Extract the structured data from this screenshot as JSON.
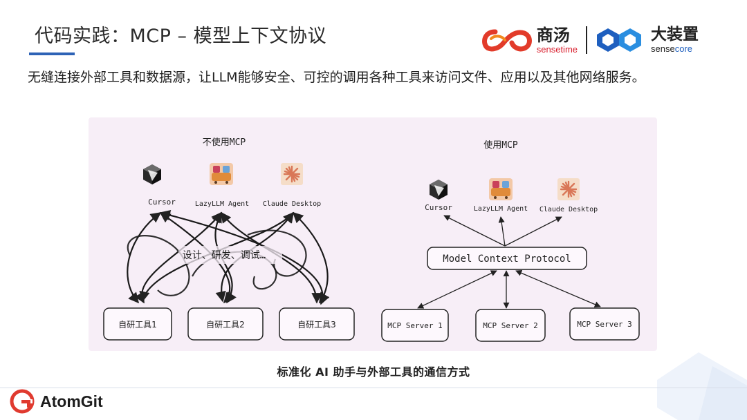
{
  "slide": {
    "title": "代码实践：MCP – 模型上下文协议",
    "subtitle": "无缝连接外部工具和数据源，让LLM能够安全、可控的调用各种工具来访问文件、应用以及其他网络服务。",
    "caption": "标准化 AI 助手与外部工具的通信方式"
  },
  "logos": {
    "sensetime_cn": "商汤",
    "sensetime_en": "sensetime",
    "sensecore_cn": "大装置",
    "sensecore_en_a": "sense",
    "sensecore_en_b": "core",
    "footer_brand": "AtomGit"
  },
  "diagram": {
    "left": {
      "heading": "不使用MCP",
      "clients": [
        "Cursor",
        "LazyLLM Agent",
        "Claude Desktop"
      ],
      "center_note": "设计、研发、调试…",
      "tools": [
        "自研工具1",
        "自研工具2",
        "自研工具3"
      ]
    },
    "right": {
      "heading": "使用MCP",
      "clients": [
        "Cursor",
        "LazyLLM Agent",
        "Claude Desktop"
      ],
      "protocol": "Model Context Protocol",
      "servers": [
        "MCP Server 1",
        "MCP Server 2",
        "MCP Server 3"
      ]
    }
  },
  "colors": {
    "accent_blue": "#2e63b6",
    "figure_bg": "#f7eef7",
    "sensetime_red": "#d81b2a",
    "sensecore_blue": "#1e5fbf",
    "claude_orange": "#d97757"
  },
  "icons": {
    "cursor": "cursor-cube-icon",
    "lazyllm": "lazyllm-sofa-icon",
    "claude": "claude-sunburst-icon"
  }
}
